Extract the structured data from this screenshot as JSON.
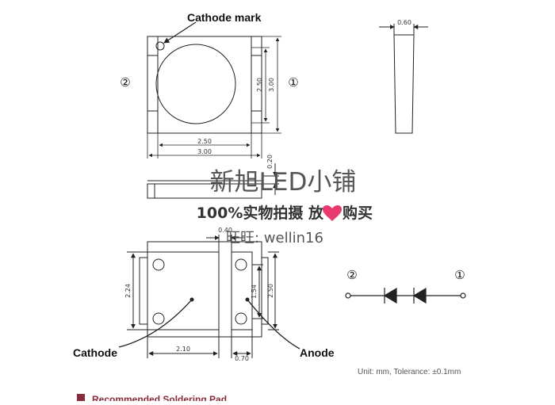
{
  "labels": {
    "cathode_mark": "Cathode mark",
    "cathode": "Cathode",
    "anode": "Anode",
    "pin2": "②",
    "pin1": "①"
  },
  "dimensions": {
    "top_width_inner": "2.50",
    "top_width_outer": "3.00",
    "top_height_inner": "2.50",
    "top_height_outer": "3.00",
    "side_thickness": "0.60",
    "side_gap": "0.20",
    "bottom_gap_top": "0.40",
    "bottom_left_height": "2.24",
    "bottom_pad_height": "1.54",
    "bottom_right_height": "2.50",
    "bottom_width_left": "2.10",
    "bottom_width_right": "0.70"
  },
  "watermark": {
    "line1": "新旭LED小铺",
    "line2_a": "100%实物拍摄 放",
    "line2_b": "购买",
    "line3": "旺旺: wellin16"
  },
  "note": "Unit: mm, Tolerance: ±0.1mm",
  "section_heading": "Recommended Soldering Pad",
  "colors": {
    "heart": "#e83a6e",
    "section_bullet": "#8a2b3b"
  }
}
